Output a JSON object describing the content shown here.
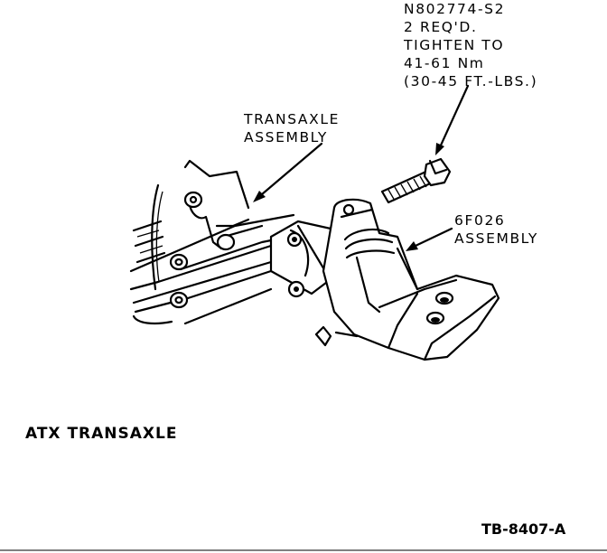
{
  "callouts": {
    "bolt": {
      "part_number": "N802774-S2",
      "quantity": "2 REQ'D.",
      "instruction": "TIGHTEN TO",
      "torque_nm": "41-61 Nm",
      "torque_ftlbs": "(30-45 FT.-LBS.)"
    },
    "transaxle": {
      "line1": "TRANSAXLE",
      "line2": "ASSEMBLY"
    },
    "mount": {
      "line1": "6F026",
      "line2": "ASSEMBLY"
    }
  },
  "caption": "ATX TRANSAXLE",
  "figure_code": "TB-8407-A"
}
